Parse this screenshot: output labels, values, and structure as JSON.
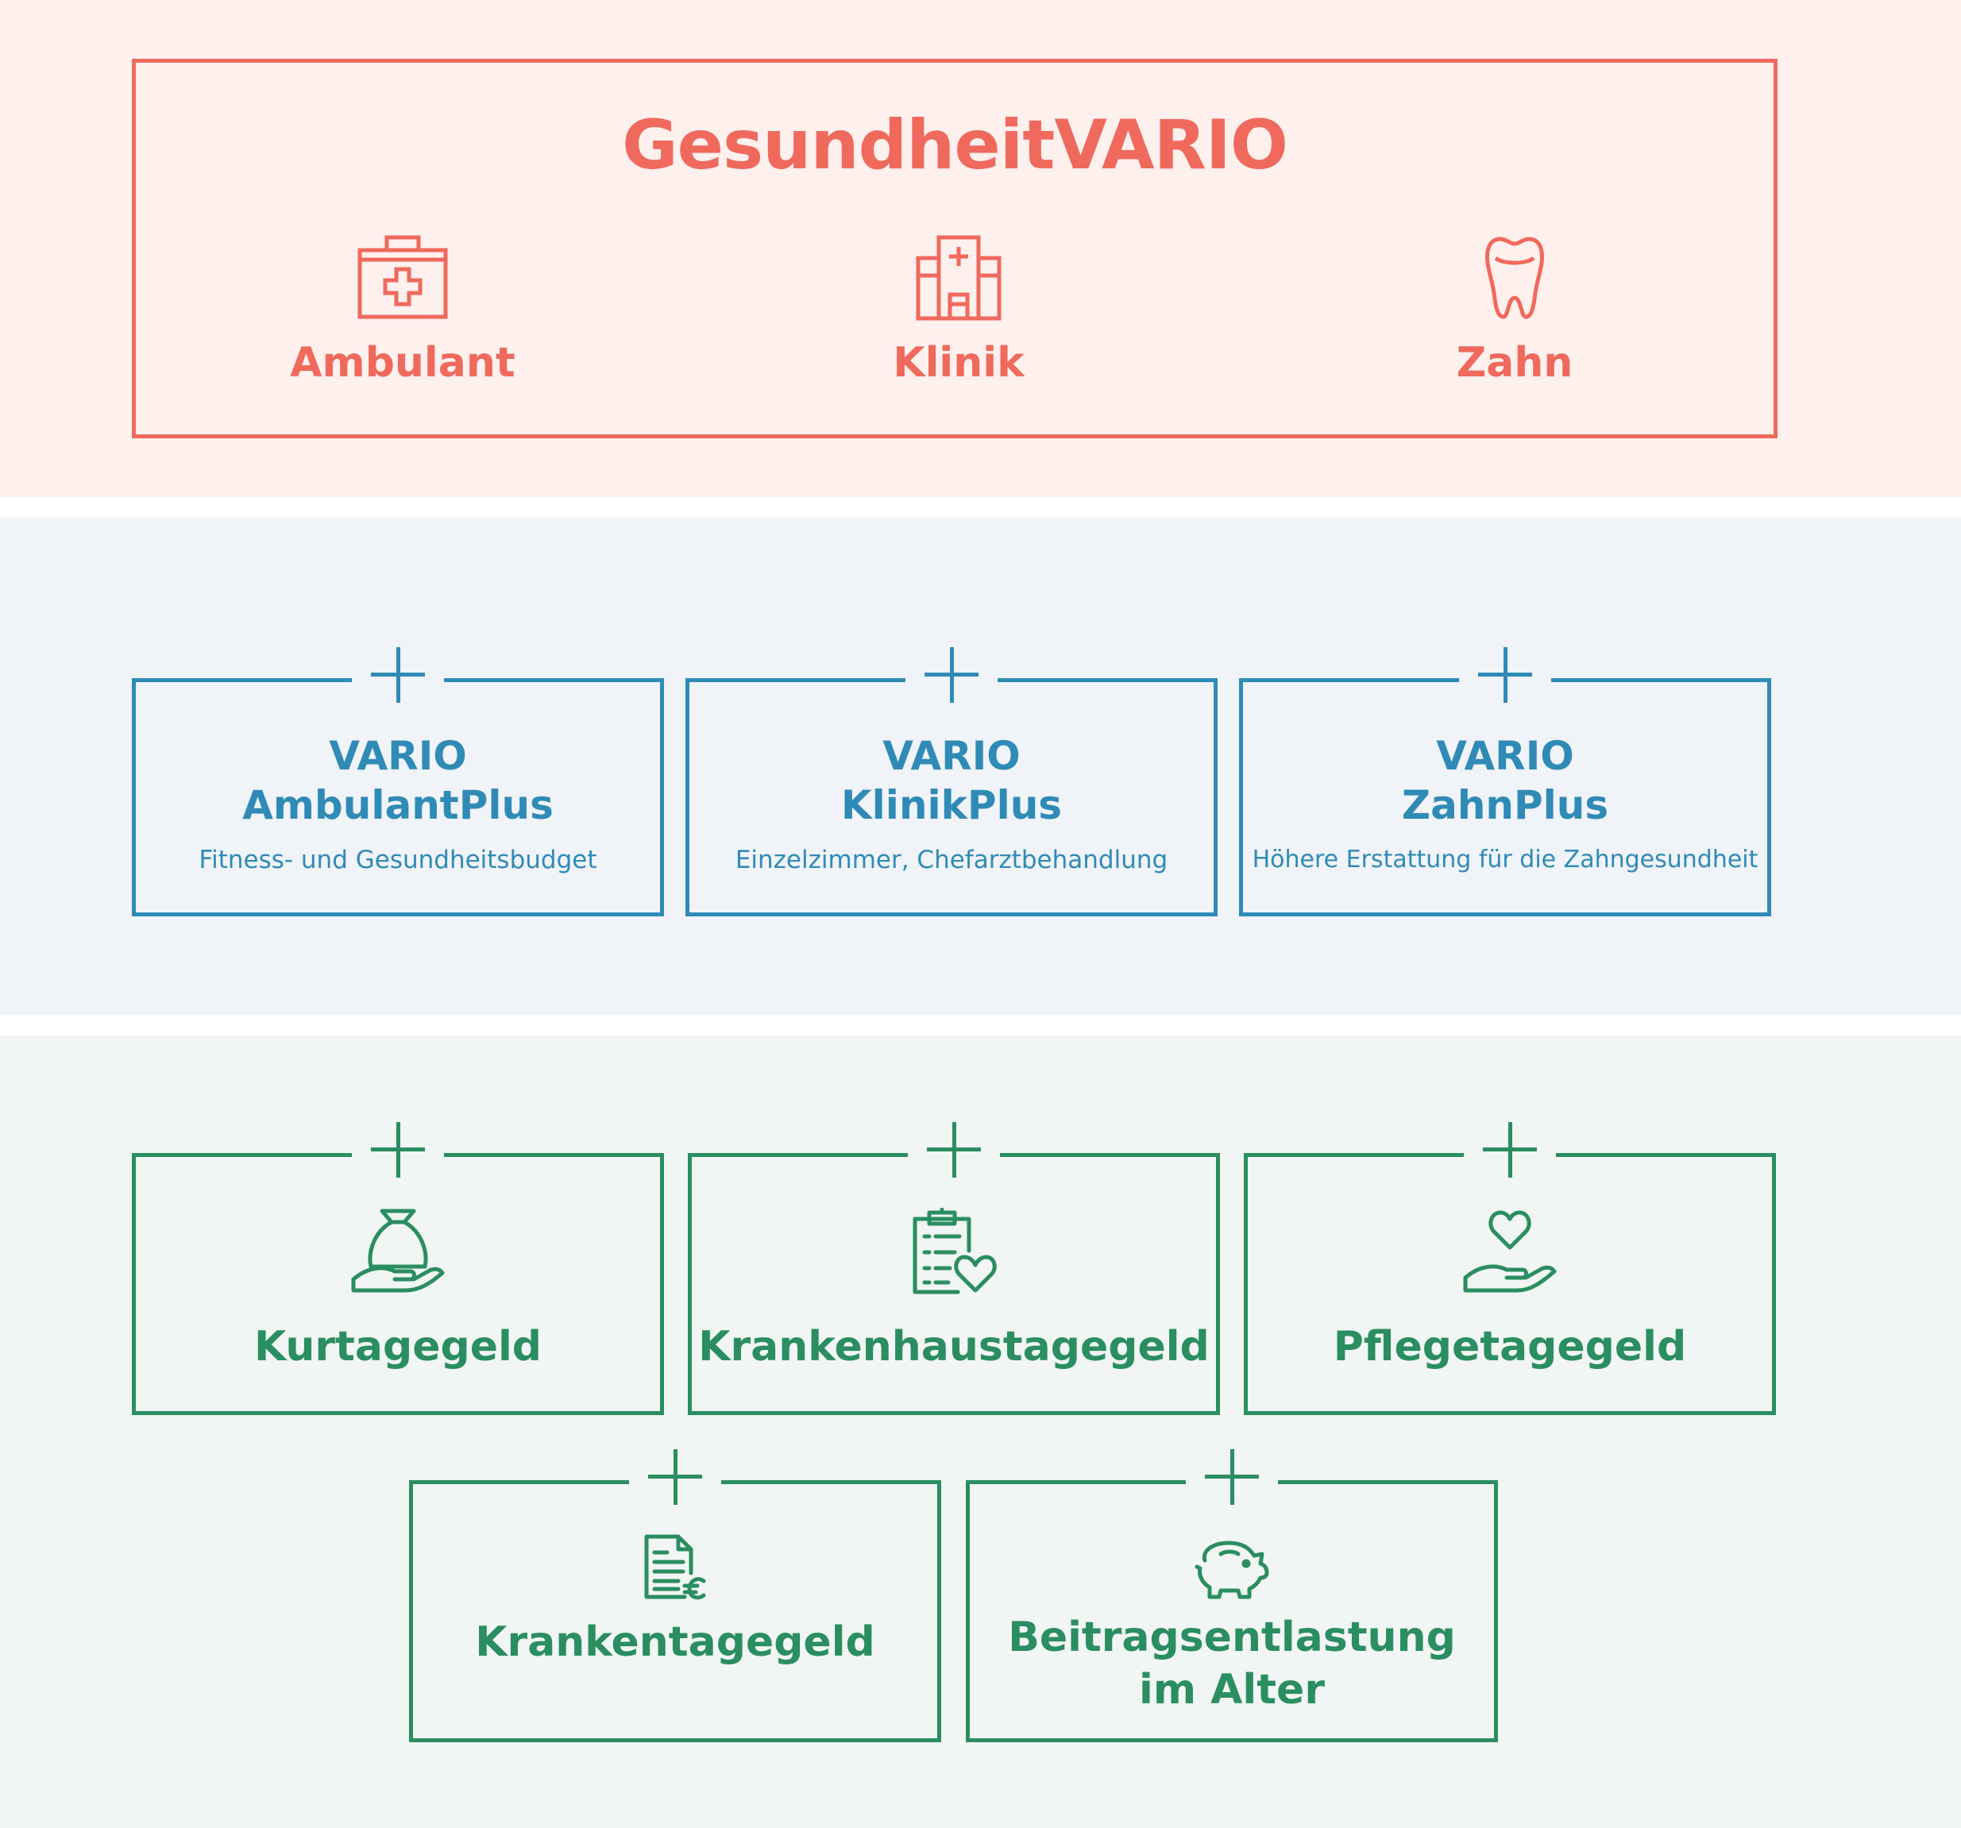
{
  "colors": {
    "red": "#f0695d",
    "blue": "#2f8bb6",
    "green": "#2a8e60"
  },
  "header": {
    "title": "GesundheitVARIO",
    "features": [
      {
        "label": "Ambulant",
        "icon": "first-aid-kit-icon"
      },
      {
        "label": "Klinik",
        "icon": "hospital-icon"
      },
      {
        "label": "Zahn",
        "icon": "tooth-icon"
      }
    ]
  },
  "plans": [
    {
      "line1": "VARIO",
      "line2": "AmbulantPlus",
      "desc": "Fitness- und Gesundheitsbudget"
    },
    {
      "line1": "VARIO",
      "line2": "KlinikPlus",
      "desc": "Einzelzimmer, Chefarztbehandlung"
    },
    {
      "line1": "VARIO",
      "line2": "ZahnPlus",
      "desc": "Höhere Erstattung für die Zahngesundheit"
    }
  ],
  "benefits": [
    {
      "label": "Kurtagegeld",
      "icon": "money-bag-hand-icon"
    },
    {
      "label": "Krankenhaustagegeld",
      "icon": "clipboard-heart-icon"
    },
    {
      "label": "Pflegetagegeld",
      "icon": "heart-hand-icon"
    },
    {
      "label": "Krankentagegeld",
      "icon": "document-euro-icon"
    },
    {
      "label_line1": "Beitragsentlastung",
      "label_line2": "im Alter",
      "icon": "piggy-bank-icon"
    }
  ]
}
